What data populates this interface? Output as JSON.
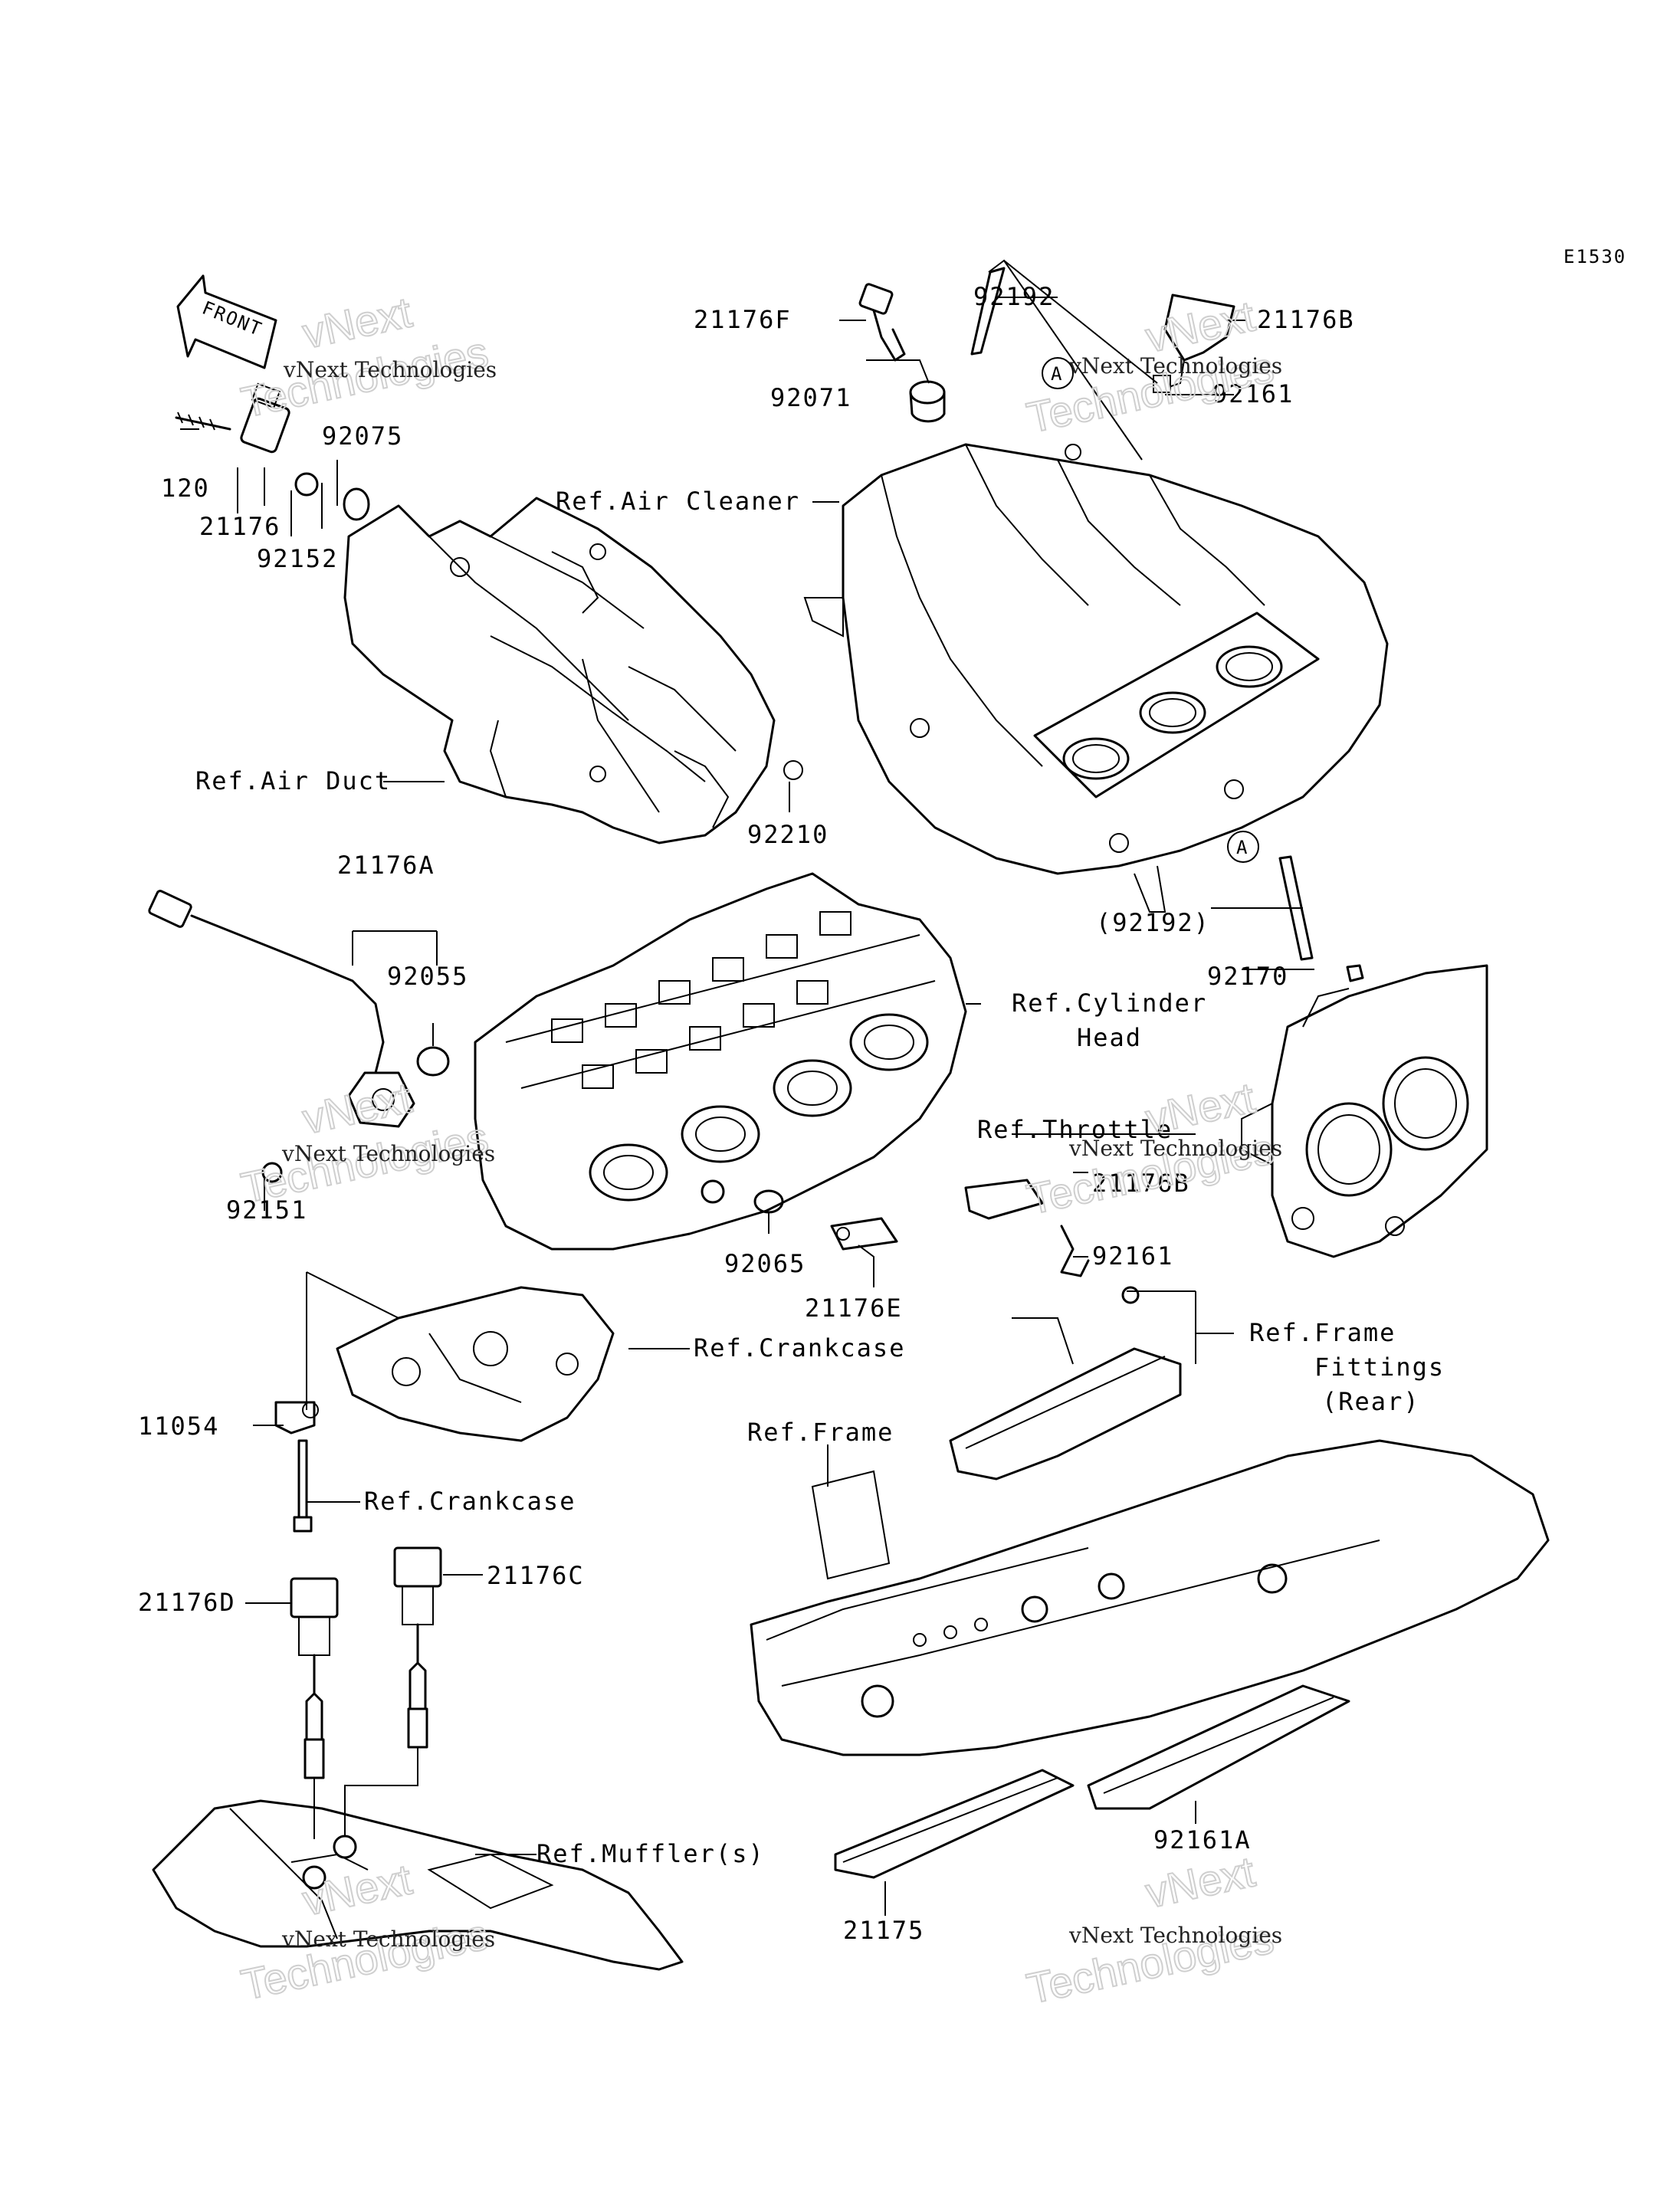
{
  "diagram_code": "E1530",
  "front_arrow": {
    "label": "FRONT"
  },
  "ref_marker": "A",
  "part_labels": [
    {
      "id": "p-21176F",
      "text": "21176F"
    },
    {
      "id": "p-92192",
      "text": "92192"
    },
    {
      "id": "p-21176B-top",
      "text": "21176B"
    },
    {
      "id": "p-92071",
      "text": "92071"
    },
    {
      "id": "p-92161-top",
      "text": "92161"
    },
    {
      "id": "p-120",
      "text": "120"
    },
    {
      "id": "p-92075",
      "text": "92075"
    },
    {
      "id": "p-21176",
      "text": "21176"
    },
    {
      "id": "p-92152",
      "text": "92152"
    },
    {
      "id": "p-92210",
      "text": "92210"
    },
    {
      "id": "p-21176A",
      "text": "21176A"
    },
    {
      "id": "p-92055",
      "text": "92055"
    },
    {
      "id": "p-92192-paren",
      "text": "(92192)"
    },
    {
      "id": "p-92170",
      "text": "92170"
    },
    {
      "id": "p-92151",
      "text": "92151"
    },
    {
      "id": "p-21176B-mid",
      "text": "21176B"
    },
    {
      "id": "p-92065",
      "text": "92065"
    },
    {
      "id": "p-21176E",
      "text": "21176E"
    },
    {
      "id": "p-92161-mid",
      "text": "92161"
    },
    {
      "id": "p-11054",
      "text": "11054"
    },
    {
      "id": "p-21176D",
      "text": "21176D"
    },
    {
      "id": "p-21176C",
      "text": "21176C"
    },
    {
      "id": "p-92161A",
      "text": "92161A"
    },
    {
      "id": "p-21175",
      "text": "21175"
    }
  ],
  "ref_labels": [
    {
      "id": "r-air-cleaner",
      "text": "Ref.Air Cleaner"
    },
    {
      "id": "r-air-duct",
      "text": "Ref.Air Duct"
    },
    {
      "id": "r-cyl-1",
      "text": "Ref.Cylinder"
    },
    {
      "id": "r-cyl-2",
      "text": "Head"
    },
    {
      "id": "r-throttle",
      "text": "Ref.Throttle"
    },
    {
      "id": "r-crankcase-1",
      "text": "Ref.Crankcase"
    },
    {
      "id": "r-crankcase-2",
      "text": "Ref.Crankcase"
    },
    {
      "id": "r-frame-fit-1",
      "text": "Ref.Frame"
    },
    {
      "id": "r-frame-fit-2",
      "text": "Fittings"
    },
    {
      "id": "r-frame-fit-3",
      "text": "(Rear)"
    },
    {
      "id": "r-frame",
      "text": "Ref.Frame"
    },
    {
      "id": "r-muffler",
      "text": "Ref.Muffler(s)"
    }
  ],
  "watermark": {
    "line1": "vNext Technologies",
    "line2a": "vNext",
    "line2b": "Technologies"
  }
}
